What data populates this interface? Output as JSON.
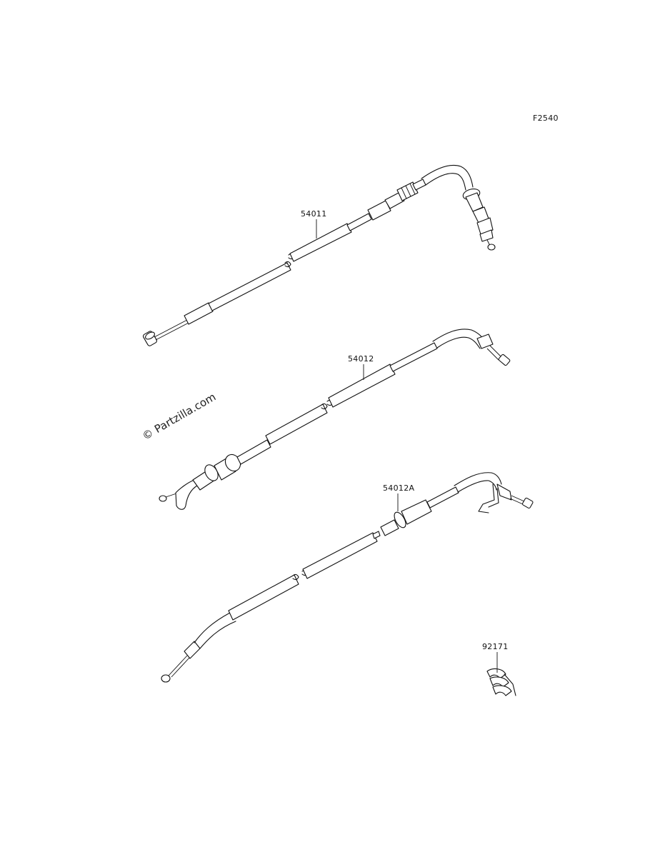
{
  "figure_code": "F2540",
  "watermark": "© Partzilla.com",
  "parts": [
    {
      "number": "54011"
    },
    {
      "number": "54012"
    },
    {
      "number": "54012A"
    },
    {
      "number": "92171"
    }
  ],
  "footer": {
    "line1": "",
    "line2": ""
  }
}
